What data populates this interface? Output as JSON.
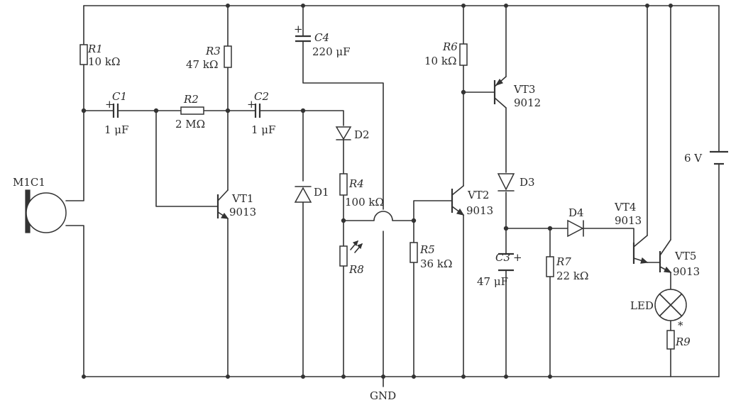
{
  "power": {
    "label": "6 V"
  },
  "ground": {
    "label": "GND"
  },
  "components": {
    "mic": {
      "ref": "M1C1"
    },
    "r1": {
      "ref": "R1",
      "value": "10 kΩ"
    },
    "r2": {
      "ref": "R2",
      "value": "2 MΩ"
    },
    "r3": {
      "ref": "R3",
      "value": "47 kΩ"
    },
    "r4": {
      "ref": "R4",
      "value": "100 kΩ"
    },
    "r5": {
      "ref": "R5",
      "value": "36 kΩ"
    },
    "r6": {
      "ref": "R6",
      "value": "10 kΩ"
    },
    "r7": {
      "ref": "R7",
      "value": "22 kΩ"
    },
    "r8": {
      "ref": "R8"
    },
    "r9": {
      "ref": "R9",
      "note": "*"
    },
    "c1": {
      "ref": "C1",
      "value": "1 μF",
      "polarity": "+"
    },
    "c2": {
      "ref": "C2",
      "value": "1 μF",
      "polarity": "+"
    },
    "c3": {
      "ref": "C3",
      "value": "47 μF",
      "polarity": "+"
    },
    "c4": {
      "ref": "C4",
      "value": "220 μF",
      "polarity": "+"
    },
    "d1": {
      "ref": "D1"
    },
    "d2": {
      "ref": "D2"
    },
    "d3": {
      "ref": "D3"
    },
    "d4": {
      "ref": "D4"
    },
    "vt1": {
      "ref": "VT1",
      "part": "9013"
    },
    "vt2": {
      "ref": "VT2",
      "part": "9013"
    },
    "vt3": {
      "ref": "VT3",
      "part": "9012"
    },
    "vt4": {
      "ref": "VT4",
      "part": "9013"
    },
    "vt5": {
      "ref": "VT5",
      "part": "9013"
    },
    "led": {
      "ref": "LED"
    }
  }
}
